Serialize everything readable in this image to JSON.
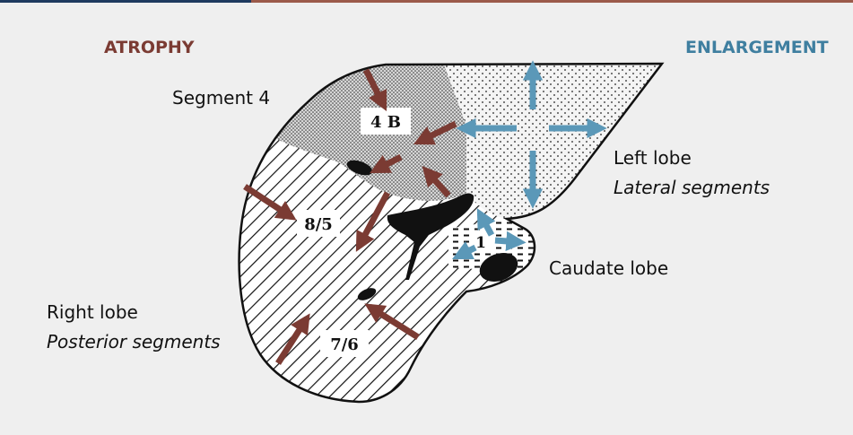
{
  "headings": {
    "atrophy": "ATROPHY",
    "enlargement": "ENLARGEMENT"
  },
  "labels": {
    "segment4": "Segment 4",
    "left_lobe": "Left lobe",
    "left_lobe_sub": "Lateral segments",
    "caudate": "Caudate lobe",
    "right_lobe": "Right lobe",
    "right_lobe_sub": "Posterior segments"
  },
  "segment_labels": {
    "s4b": "4 B",
    "s85": "8/5",
    "s76": "7/6",
    "s1": "1"
  },
  "colors": {
    "atrophy": "#7b3b33",
    "enlargement": "#5b98b8",
    "background": "#efefef",
    "top_bar_left": "#1f3a5f",
    "top_bar_right": "#9b5a4a"
  }
}
